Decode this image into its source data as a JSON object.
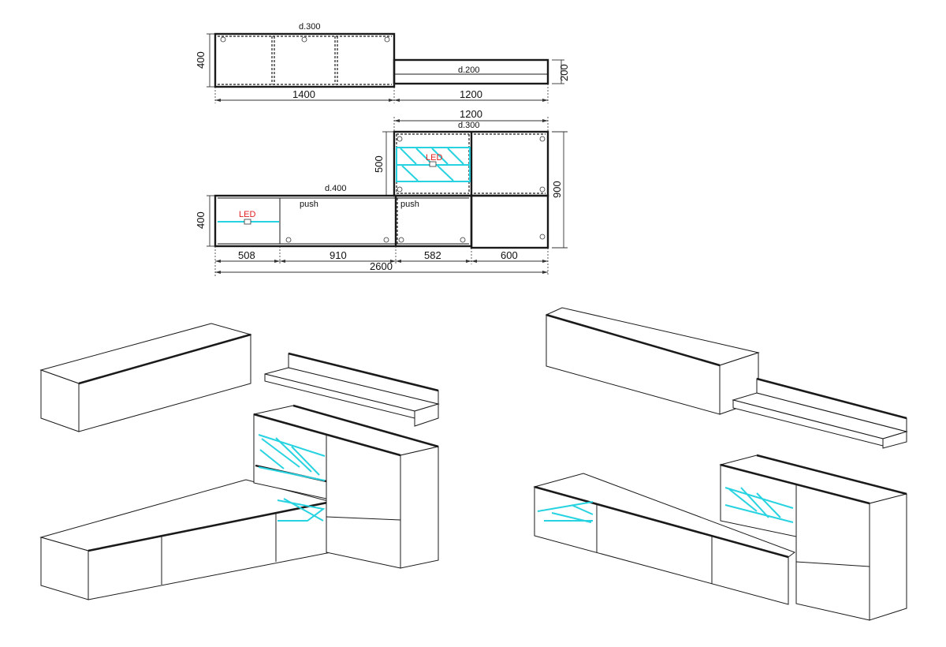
{
  "plan": {
    "top_depth_label": "d.300",
    "top_height_label": "400",
    "top_width_label": "1400",
    "shelf_depth_label": "d.200",
    "shelf_height_label": "200",
    "shelf_width_label": "1200",
    "upper_width_label": "1200",
    "upper_depth_label": "d.300",
    "upper_height_label": "500",
    "total_height_label": "900",
    "base_depth_label": "d.400",
    "base_height_label": "400",
    "led_label_upper": "LED",
    "led_label_lower": "LED",
    "push_label_1": "push",
    "push_label_2": "push",
    "seg_1": "508",
    "seg_2": "910",
    "seg_3": "582",
    "seg_4": "600",
    "total_width_label": "2600"
  },
  "colors": {
    "line": "#1a1a1a",
    "led_glass": "#27d3e0",
    "led_text": "#e02020"
  }
}
